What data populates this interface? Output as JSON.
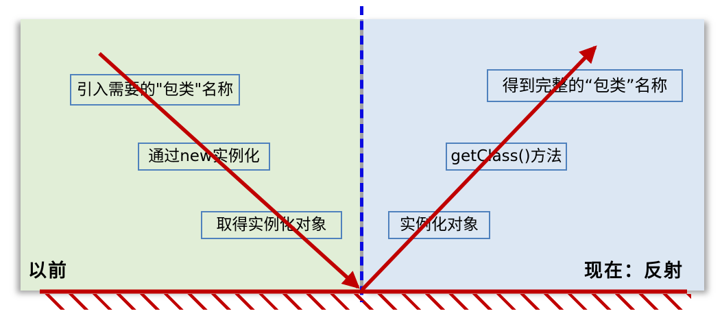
{
  "colors": {
    "ray_red": "#c00000",
    "normal_line_blue": "#0a0ae0",
    "box_border_blue": "#4f81bd",
    "left_panel_bg": "#e1eed7",
    "right_panel_bg": "#dce7f3",
    "divider_gray": "#a6a6a6",
    "text_black": "#000000"
  },
  "diagram": {
    "left_panel": {
      "era_label": "以前",
      "steps": [
        {
          "label": "引入需要的\"包类\"名称"
        },
        {
          "label": "通过new实例化"
        },
        {
          "label": "取得实例化对象"
        }
      ]
    },
    "right_panel": {
      "era_label": "现在：反射",
      "steps": [
        {
          "label": "得到完整的“包类”名称"
        },
        {
          "label": "getClass()方法"
        },
        {
          "label": "实例化对象"
        }
      ]
    }
  }
}
